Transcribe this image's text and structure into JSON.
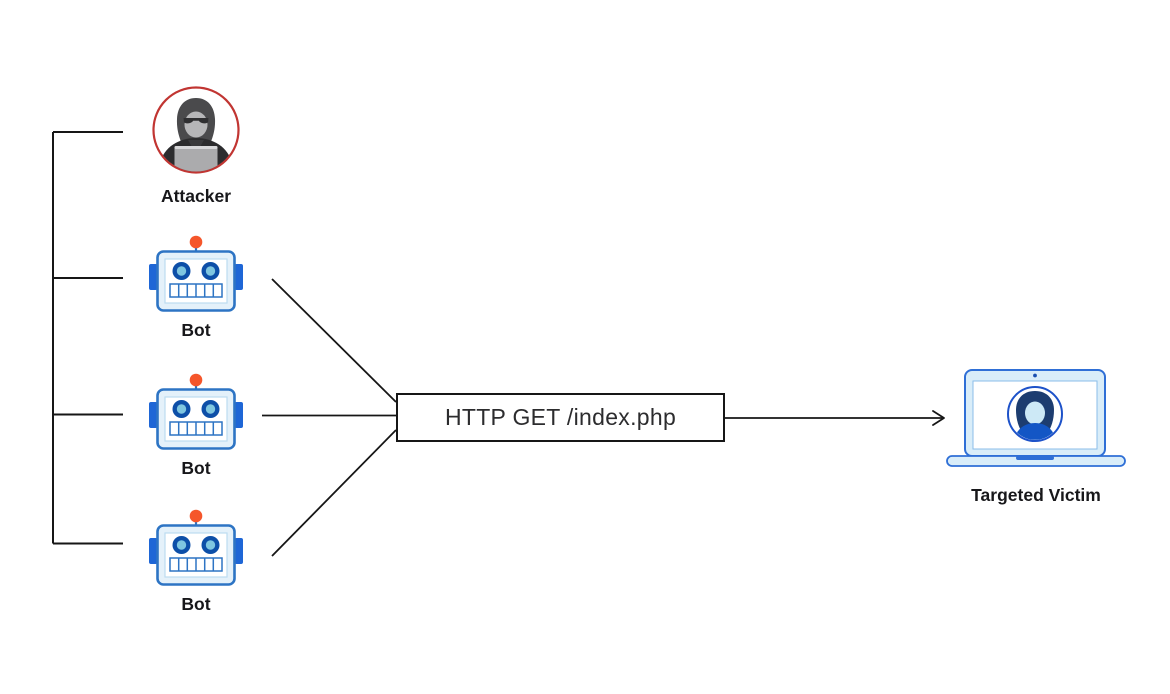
{
  "diagram": {
    "attacker": {
      "label": "Attacker",
      "icon": "hooded-attacker-icon"
    },
    "bots": [
      {
        "label": "Bot",
        "icon": "robot-icon"
      },
      {
        "label": "Bot",
        "icon": "robot-icon"
      },
      {
        "label": "Bot",
        "icon": "robot-icon"
      }
    ],
    "request": {
      "label": "HTTP GET /index.php"
    },
    "victim": {
      "label": "Targeted Victim",
      "icon": "laptop-user-icon"
    },
    "colors": {
      "background": "#ffffff",
      "connector_line": "#161616",
      "attacker_ring": "#c13532",
      "bot_outline": "#2d74c4",
      "bot_fill": "#e4f1fa",
      "bot_eye_outer": "#0d4fa8",
      "bot_eye_inner": "#7fc6e0",
      "bot_ear": "#1e66d6",
      "antenna_tip": "#f5562b",
      "laptop_outline": "#2f6fd6",
      "laptop_fill": "#d9edf9",
      "avatar_hair": "#1d3d70",
      "avatar_face": "#cde9f6",
      "avatar_shirt": "#1356c5",
      "label_text": "#17171a"
    }
  }
}
